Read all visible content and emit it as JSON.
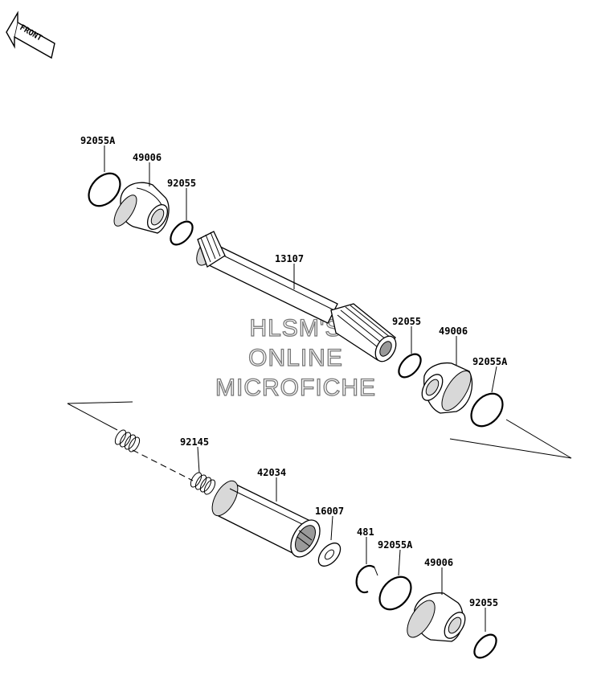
{
  "front_arrow": {
    "text": "FRONT"
  },
  "watermark": {
    "line1": "HLSM'S",
    "line2": "ONLINE",
    "line3": "MICROFICHE"
  },
  "labels": {
    "upper_oring_left": "92055A",
    "upper_boot_left": "49006",
    "upper_ring_left": "92055",
    "drive_shaft": "13107",
    "upper_ring_right": "92055",
    "upper_boot_right": "49006",
    "upper_oring_right": "92055A",
    "spring": "92145",
    "coupling": "42034",
    "washer": "16007",
    "circlip": "481",
    "lower_oring": "92055A",
    "lower_boot": "49006",
    "lower_ring": "92055"
  }
}
